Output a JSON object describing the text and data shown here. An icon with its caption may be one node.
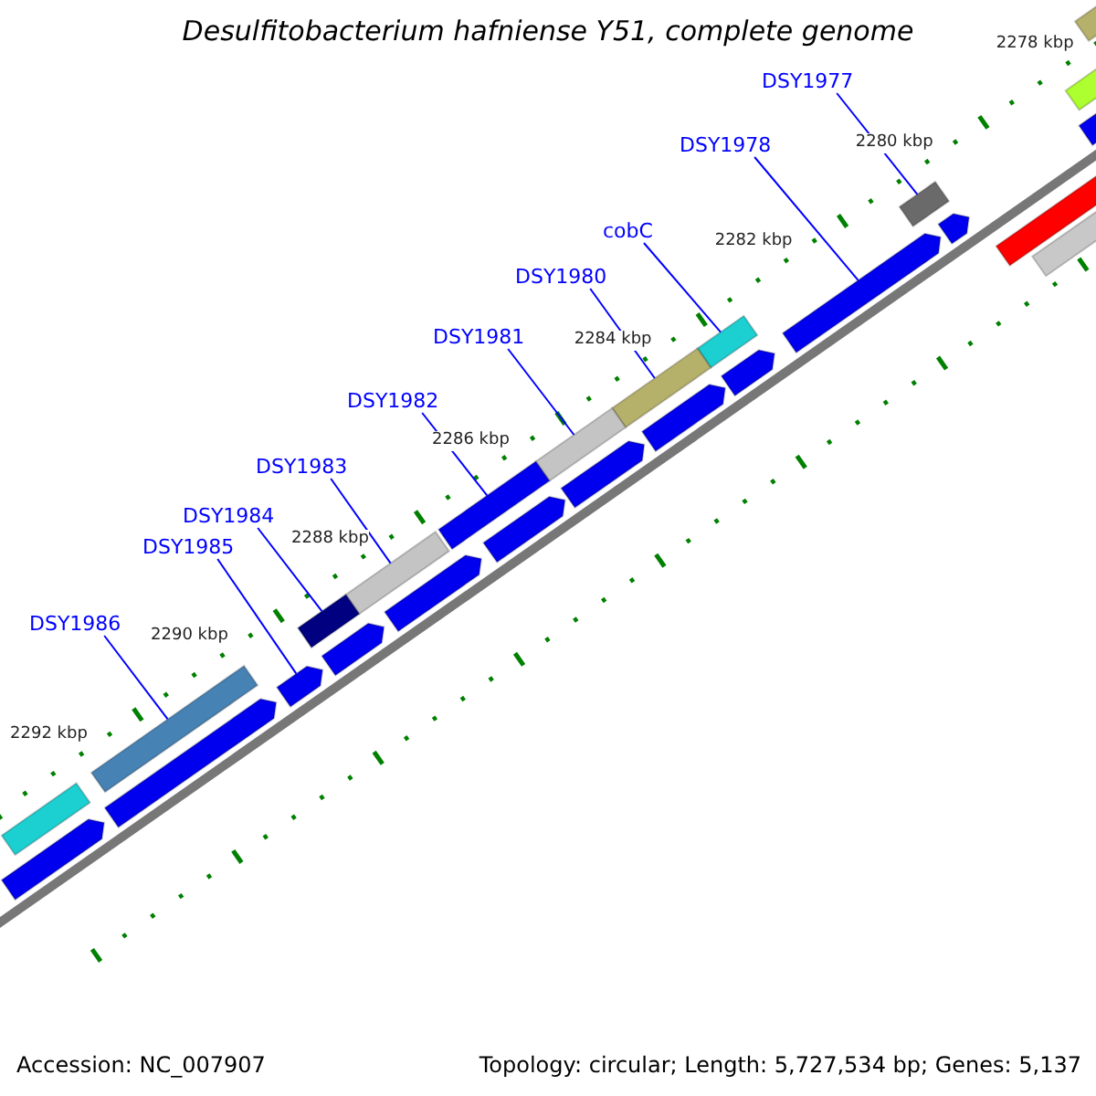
{
  "diagram": {
    "title": "Desulfitobacterium hafniense Y51, complete genome",
    "nodes": [
      {
        "text": [
          "DSY1977"
        ]
      },
      {
        "text": [],
        "shape": "bar"
      },
      {
        "text": [
          "DSY1978"
        ]
      },
      {
        "text": [],
        "shape": "arrow"
      },
      {
        "text": [
          "cobC"
        ]
      },
      {
        "text": [],
        "shape": "bar"
      },
      {
        "text": [
          "DSY1980"
        ]
      },
      {
        "text": [],
        "shape": "bar"
      },
      {
        "text": [
          "DSY1981"
        ]
      },
      {
        "text": [],
        "shape": "bar"
      },
      {
        "text": [
          "DSY1982"
        ]
      },
      {
        "text": [],
        "shape": "bar"
      },
      {
        "text": [
          "DSY1983"
        ]
      },
      {
        "text": [],
        "shape": "bar"
      },
      {
        "text": [
          "DSY1984"
        ]
      },
      {
        "text": [],
        "shape": "bar"
      },
      {
        "text": [
          "DSY1985"
        ]
      },
      {
        "text": [],
        "shape": "arrow"
      },
      {
        "text": [
          "DSY1986"
        ]
      },
      {
        "text": [],
        "shape": "bar"
      },
      {
        "text": [],
        "shape": "bar"
      },
      {
        "text": [],
        "shape": "bar"
      },
      {
        "text": [],
        "shape": "arrow"
      },
      {
        "text": [],
        "shape": "arrow"
      },
      {
        "text": [],
        "shape": "bar"
      },
      {
        "text": [],
        "shape": "arrow"
      },
      {
        "text": [],
        "shape": "arrow"
      },
      {
        "text": [],
        "shape": "arrow"
      },
      {
        "text": [],
        "shape": "arrow"
      },
      {
        "text": [],
        "shape": "arrow"
      },
      {
        "text": [],
        "shape": "arrow"
      },
      {
        "text": [],
        "shape": "arrow"
      },
      {
        "text": [],
        "shape": "arrow"
      },
      {
        "text": [],
        "shape": "bar"
      },
      {
        "text": [],
        "shape": "arrow"
      }
    ],
    "edges": [
      {
        "from": 0,
        "to": 1,
        "arrow": "none"
      },
      {
        "from": 2,
        "to": 3,
        "arrow": "none"
      },
      {
        "from": 4,
        "to": 5,
        "arrow": "none"
      },
      {
        "from": 6,
        "to": 7,
        "arrow": "none"
      },
      {
        "from": 8,
        "to": 9,
        "arrow": "none"
      },
      {
        "from": 10,
        "to": 11,
        "arrow": "none"
      },
      {
        "from": 12,
        "to": 13,
        "arrow": "none"
      },
      {
        "from": 14,
        "to": 15,
        "arrow": "none"
      },
      {
        "from": 16,
        "to": 17,
        "arrow": "none"
      },
      {
        "from": 18,
        "to": 19,
        "arrow": "none"
      }
    ],
    "labels": [
      "2278 kbp",
      "2280 kbp",
      "2282 kbp",
      "2284 kbp",
      "2286 kbp",
      "2288 kbp",
      "2290 kbp",
      "2292 kbp",
      "Accession: NC_007907",
      "Topology: circular; Length: 5,727,534 bp; Genes: 5,137"
    ]
  }
}
